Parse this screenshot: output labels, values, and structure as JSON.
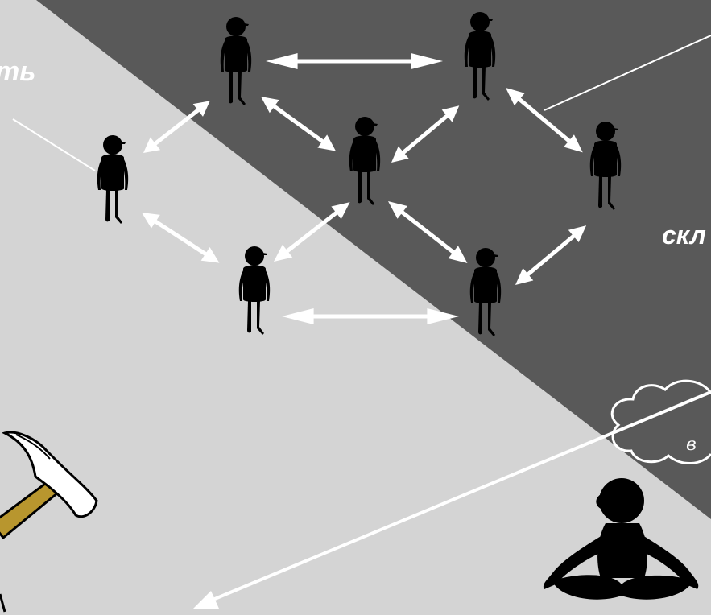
{
  "colors": {
    "light_area": "#d4d4d4",
    "dark_area": "#595959",
    "figure": "#000000",
    "arrow": "#ffffff",
    "hammer_handle": "#b8962e"
  },
  "labels": {
    "left_partial": "ть",
    "right_partial": "скл"
  },
  "cloud": {
    "partial_text": "в"
  },
  "figures": [
    {
      "id": "person-top-left-center",
      "kind": "standing-person"
    },
    {
      "id": "person-top-right",
      "kind": "standing-person"
    },
    {
      "id": "person-left",
      "kind": "standing-person"
    },
    {
      "id": "person-center",
      "kind": "standing-person"
    },
    {
      "id": "person-right",
      "kind": "standing-person"
    },
    {
      "id": "person-bottom-left",
      "kind": "standing-person"
    },
    {
      "id": "person-bottom-right",
      "kind": "standing-person"
    },
    {
      "id": "person-meditating",
      "kind": "sitting-person"
    }
  ],
  "icons": [
    "hammer-icon",
    "thought-cloud-icon",
    "person-icon",
    "double-arrow-icon"
  ]
}
